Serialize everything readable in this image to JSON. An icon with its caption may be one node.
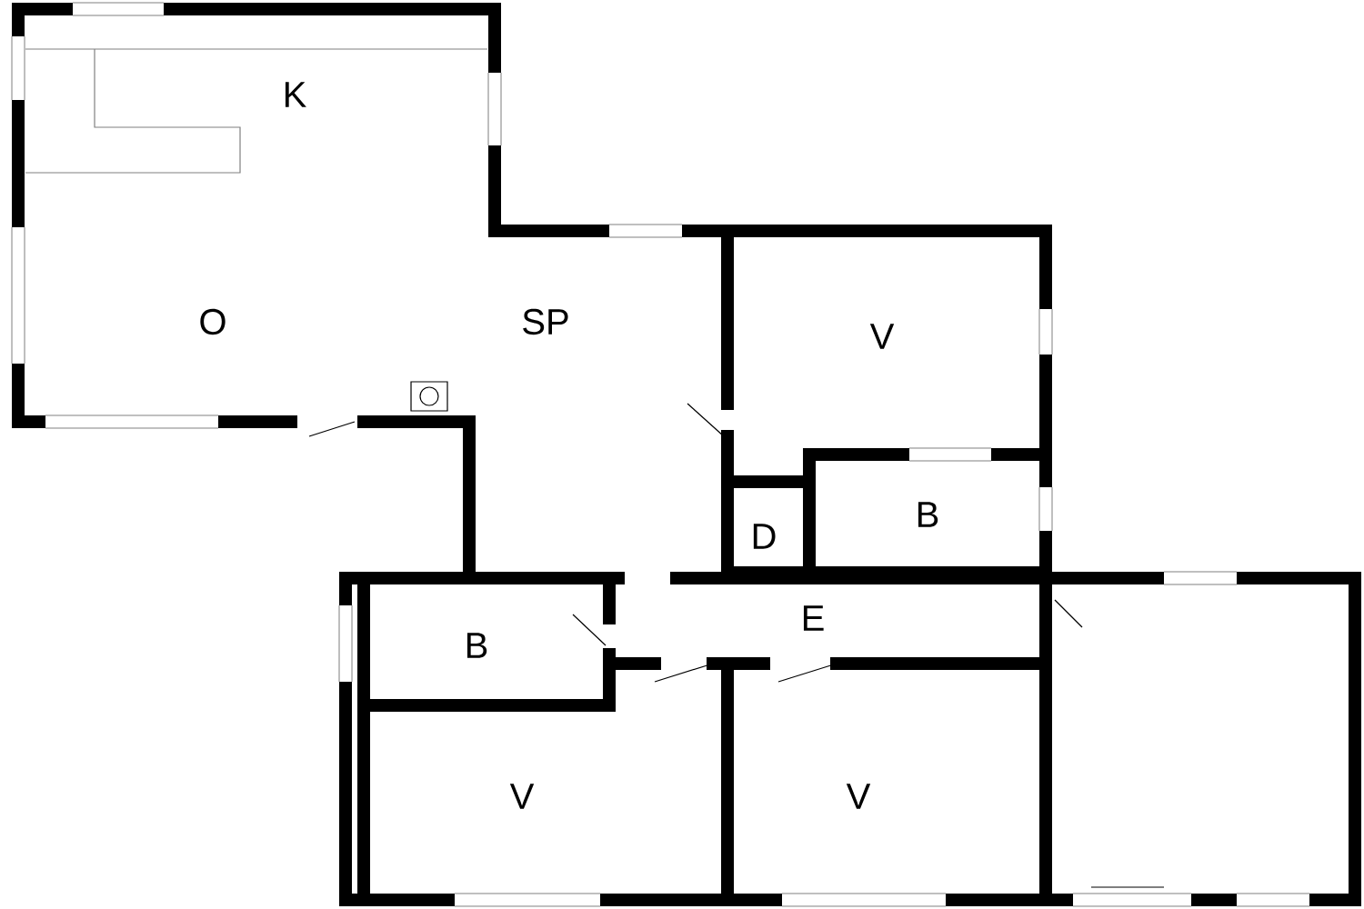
{
  "diagram": {
    "labels": [
      "K",
      "O",
      "SP",
      "V",
      "D",
      "B",
      "B",
      "E",
      "V",
      "V"
    ]
  }
}
